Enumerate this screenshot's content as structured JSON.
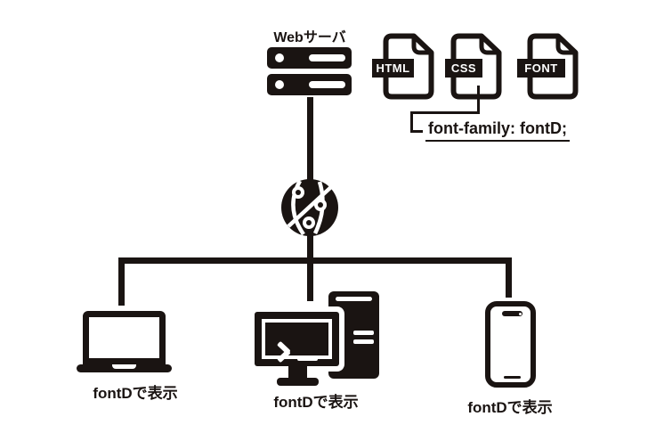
{
  "diagram": {
    "server_label": "Webサーバ",
    "files": [
      {
        "name": "HTML"
      },
      {
        "name": "CSS"
      },
      {
        "name": "FONT"
      }
    ],
    "css_annotation": "font-family: fontD;",
    "devices": {
      "laptop": {
        "caption": "fontDで表示"
      },
      "desktop": {
        "caption": "fontDで表示",
        "screen_glyph": ">_"
      },
      "smartphone": {
        "caption": "fontDで表示"
      }
    },
    "icons": {
      "server": "server-rack-icon",
      "network": "globe-network-icon",
      "file": "document-file-icon",
      "laptop": "laptop-icon",
      "desktop": "desktop-terminal-icon",
      "smartphone": "smartphone-icon"
    },
    "colors": {
      "ink": "#1a1412",
      "background": "#ffffff"
    }
  }
}
